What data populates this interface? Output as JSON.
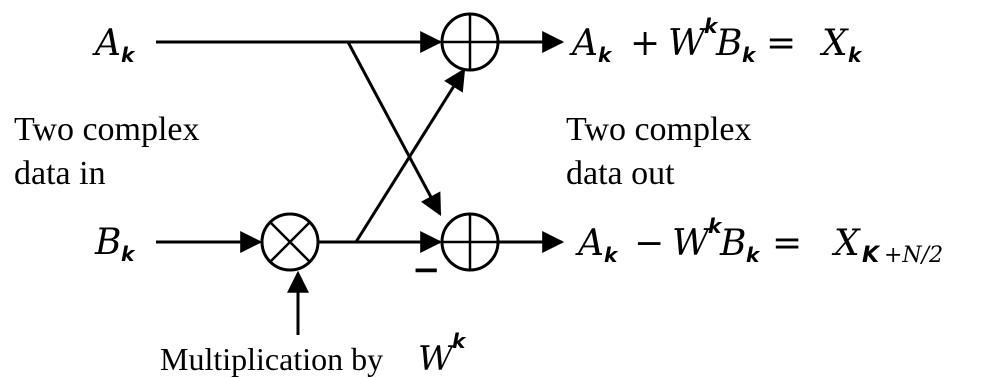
{
  "inputs": {
    "a": {
      "base": "A",
      "sub": "k"
    },
    "b": {
      "base": "B",
      "sub": "k"
    }
  },
  "labels": {
    "in_line1": "Two complex",
    "in_line2": "data in",
    "out_line1": "Two complex",
    "out_line2": "data out",
    "mult_text": "Multiplication by",
    "mult_base": "W",
    "mult_sup": "k",
    "minus_mark": "−"
  },
  "outputs": {
    "top": {
      "a_base": "A",
      "a_sub": "k",
      "op": "+",
      "w_base": "W",
      "w_sup": "k",
      "b_base": "B",
      "b_sub": "k",
      "eq": "=",
      "x_base": "X",
      "x_sub": "k"
    },
    "bottom": {
      "a_base": "A",
      "a_sub": "k",
      "op": "−",
      "w_base": "W",
      "w_sup": "k",
      "b_base": "B",
      "b_sub": "k",
      "eq": "=",
      "x_base": "X",
      "x_sub_k": "K",
      "x_sub_rest": "+N/2"
    }
  }
}
